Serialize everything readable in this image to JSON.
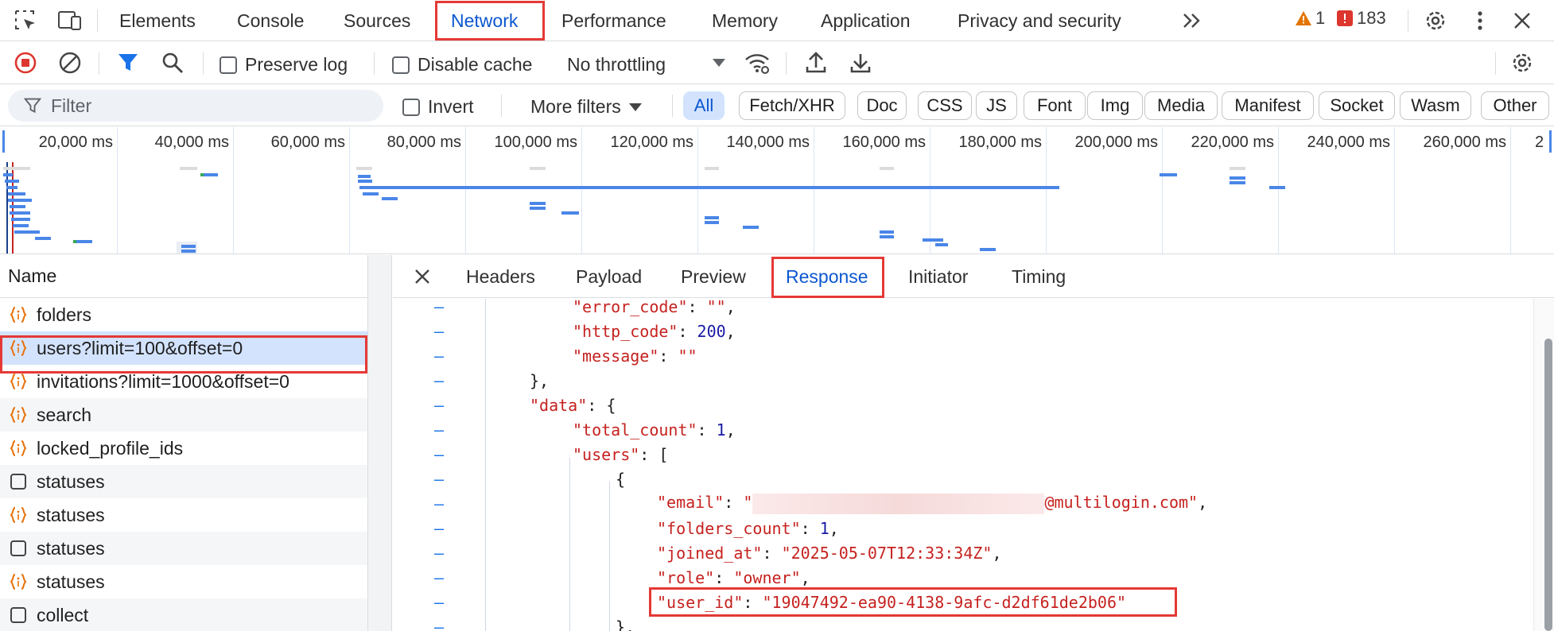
{
  "topbar": {
    "tabs": [
      "Elements",
      "Console",
      "Sources",
      "Network",
      "Performance",
      "Memory",
      "Application",
      "Privacy and security"
    ],
    "active_tab": "Network",
    "warnings_count": "1",
    "errors_count": "183"
  },
  "toolbar": {
    "preserve_log": "Preserve log",
    "disable_cache": "Disable cache",
    "throttling": "No throttling"
  },
  "filterbar": {
    "placeholder": "Filter",
    "invert": "Invert",
    "more_filters": "More filters",
    "types": [
      "All",
      "Fetch/XHR",
      "Doc",
      "CSS",
      "JS",
      "Font",
      "Img",
      "Media",
      "Manifest",
      "Socket",
      "Wasm",
      "Other"
    ],
    "selected_type": "All"
  },
  "overview": {
    "ticks": [
      "20,000 ms",
      "40,000 ms",
      "60,000 ms",
      "80,000 ms",
      "100,000 ms",
      "120,000 ms",
      "140,000 ms",
      "160,000 ms",
      "180,000 ms",
      "200,000 ms",
      "220,000 ms",
      "240,000 ms",
      "260,000 ms",
      "2"
    ]
  },
  "requests": {
    "header": "Name",
    "items": [
      {
        "name": "folders",
        "icon": "json-icon"
      },
      {
        "name": "users?limit=100&offset=0",
        "icon": "json-icon"
      },
      {
        "name": "invitations?limit=1000&offset=0",
        "icon": "json-icon"
      },
      {
        "name": "search",
        "icon": "json-icon"
      },
      {
        "name": "locked_profile_ids",
        "icon": "json-icon"
      },
      {
        "name": "statuses",
        "icon": "document-icon"
      },
      {
        "name": "statuses",
        "icon": "json-icon"
      },
      {
        "name": "statuses",
        "icon": "document-icon"
      },
      {
        "name": "statuses",
        "icon": "json-icon"
      },
      {
        "name": "collect",
        "icon": "document-icon"
      }
    ],
    "selected_index": 1
  },
  "detail": {
    "tabs": [
      "Headers",
      "Payload",
      "Preview",
      "Response",
      "Initiator",
      "Timing"
    ],
    "active_tab": "Response",
    "response": {
      "error_code_key": "\"error_code\"",
      "error_code_val": "\"\"",
      "http_code_key": "\"http_code\"",
      "http_code_val": "200",
      "message_key": "\"message\"",
      "message_val": "\"\"",
      "data_key": "\"data\"",
      "total_count_key": "\"total_count\"",
      "total_count_val": "1",
      "users_key": "\"users\"",
      "email_key": "\"email\"",
      "email_domain": "@multilogin.com\"",
      "folders_count_key": "\"folders_count\"",
      "folders_count_val": "1",
      "joined_at_key": "\"joined_at\"",
      "joined_at_val": "\"2025-05-07T12:33:34Z\"",
      "role_key": "\"role\"",
      "role_val": "\"owner\"",
      "user_id_key": "\"user_id\"",
      "user_id_val": "\"19047492-ea90-4138-9afc-d2df61de2b06\""
    }
  },
  "colors": {
    "accent": "#0b57d0",
    "highlight_box": "#e53935",
    "json_key": "#c5221f",
    "json_number": "#1a1aa6"
  }
}
